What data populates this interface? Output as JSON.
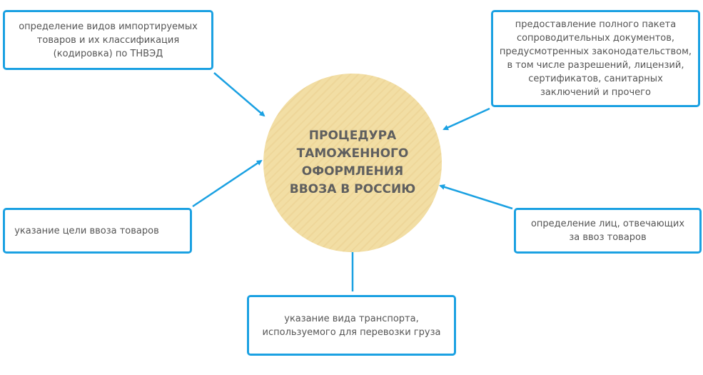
{
  "center": {
    "title": "ПРОЦЕДУРА\nТАМОЖЕННОГО\nОФОРМЛЕНИЯ\nВВОЗА В РОССИЮ"
  },
  "nodes": [
    {
      "text": "определение видов импортируемых\nтоваров и их классификация\n(кодировка) по ТНВЭД"
    },
    {
      "text": "предоставление полного пакета\nсопроводительных документов,\nпредусмотренных  законодательством,\nв том числе разрешений, лицензий,\nсертификатов, санитарных\nзаключений и прочего"
    },
    {
      "text": "указание цели ввоза товаров"
    },
    {
      "text": "определение лиц, отвечающих\nза ввоз товаров"
    },
    {
      "text": "указание вида транспорта,\nиспользуемого для перевозки груза"
    }
  ],
  "colors": {
    "accent": "#1ba1e2",
    "circle": "#f2dea4",
    "text": "#555555"
  }
}
